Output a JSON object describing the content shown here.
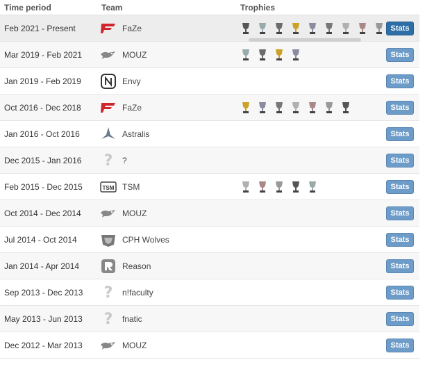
{
  "header": {
    "time_period": "Time period",
    "team": "Team",
    "trophies": "Trophies"
  },
  "rows": [
    {
      "period": "Feb 2021 - Present",
      "team": "FaZe",
      "logo_icon": "faze-logo-icon",
      "trophy_count": 9,
      "stats": "Stats",
      "active": true
    },
    {
      "period": "Mar 2019 - Feb 2021",
      "team": "MOUZ",
      "logo_icon": "mouz-logo-icon",
      "trophy_count": 4,
      "stats": "Stats"
    },
    {
      "period": "Jan 2019 - Feb 2019",
      "team": "Envy",
      "logo_icon": "envy-logo-icon",
      "trophy_count": 0,
      "stats": "Stats"
    },
    {
      "period": "Oct 2016 - Dec 2018",
      "team": "FaZe",
      "logo_icon": "faze-logo-icon",
      "trophy_count": 7,
      "stats": "Stats"
    },
    {
      "period": "Jan 2016 - Oct 2016",
      "team": "Astralis",
      "logo_icon": "astralis-logo-icon",
      "trophy_count": 0,
      "stats": "Stats"
    },
    {
      "period": "Dec 2015 - Jan 2016",
      "team": "?",
      "logo_icon": "unknown-team-icon",
      "trophy_count": 0,
      "stats": "Stats"
    },
    {
      "period": "Feb 2015 - Dec 2015",
      "team": "TSM",
      "logo_icon": "tsm-logo-icon",
      "trophy_count": 5,
      "stats": "Stats"
    },
    {
      "period": "Oct 2014 - Dec 2014",
      "team": "MOUZ",
      "logo_icon": "mouz-logo-icon",
      "trophy_count": 0,
      "stats": "Stats"
    },
    {
      "period": "Jul 2014 - Oct 2014",
      "team": "CPH Wolves",
      "logo_icon": "cph-wolves-logo-icon",
      "trophy_count": 0,
      "stats": "Stats"
    },
    {
      "period": "Jan 2014 - Apr 2014",
      "team": "Reason",
      "logo_icon": "reason-logo-icon",
      "trophy_count": 0,
      "stats": "Stats"
    },
    {
      "period": "Sep 2013 - Dec 2013",
      "team": "n!faculty",
      "logo_icon": "unknown-team-icon",
      "trophy_count": 0,
      "stats": "Stats"
    },
    {
      "period": "May 2013 - Jun 2013",
      "team": "fnatic",
      "logo_icon": "unknown-team-icon",
      "trophy_count": 0,
      "stats": "Stats"
    },
    {
      "period": "Dec 2012 - Mar 2013",
      "team": "MOUZ",
      "logo_icon": "mouz-logo-icon",
      "trophy_count": 0,
      "stats": "Stats"
    }
  ]
}
